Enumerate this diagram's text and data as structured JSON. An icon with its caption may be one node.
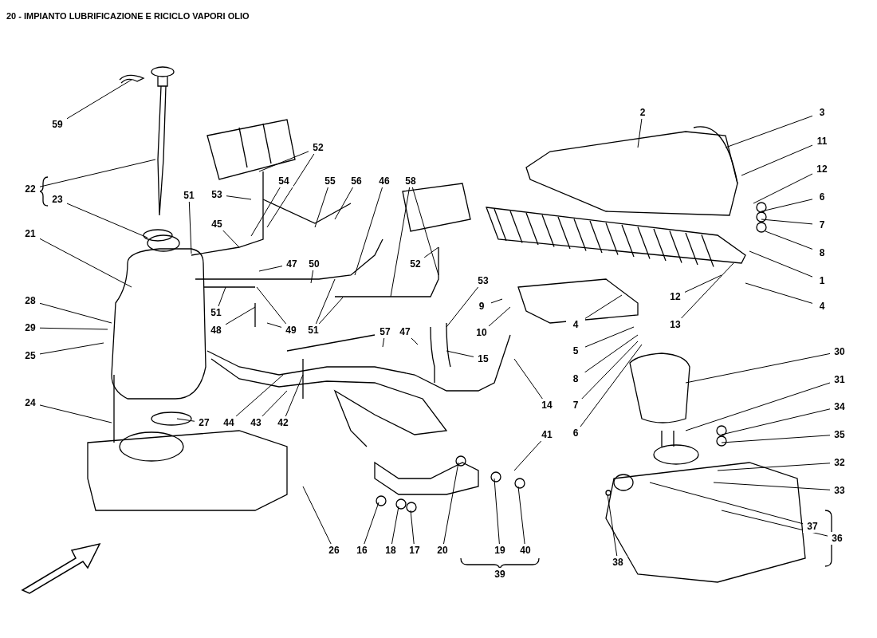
{
  "diagram": {
    "title": "20 - IMPIANTO LUBRIFICAZIONE E RICICLO VAPORI OLIO",
    "nodes": [
      {
        "text": [
          "59"
        ]
      },
      {
        "text": [
          "22"
        ]
      },
      {
        "text": [
          "23"
        ]
      },
      {
        "text": [
          "21"
        ]
      },
      {
        "text": [
          "28"
        ]
      },
      {
        "text": [
          "29"
        ]
      },
      {
        "text": [
          "25"
        ]
      },
      {
        "text": [
          "24"
        ]
      },
      {
        "text": [
          "27"
        ]
      },
      {
        "text": [
          "51"
        ]
      },
      {
        "text": [
          "45"
        ]
      },
      {
        "text": [
          "53"
        ]
      },
      {
        "text": [
          "54"
        ]
      },
      {
        "text": [
          "52"
        ]
      },
      {
        "text": [
          "55"
        ]
      },
      {
        "text": [
          "56"
        ]
      },
      {
        "text": [
          "46"
        ]
      },
      {
        "text": [
          "58"
        ]
      },
      {
        "text": [
          "47"
        ]
      },
      {
        "text": [
          "50"
        ]
      },
      {
        "text": [
          "51"
        ]
      },
      {
        "text": [
          "48"
        ]
      },
      {
        "text": [
          "49"
        ]
      },
      {
        "text": [
          "51"
        ]
      },
      {
        "text": [
          "52"
        ]
      },
      {
        "text": [
          "53"
        ]
      },
      {
        "text": [
          "57"
        ]
      },
      {
        "text": [
          "47"
        ]
      },
      {
        "text": [
          "15"
        ]
      },
      {
        "text": [
          "9"
        ]
      },
      {
        "text": [
          "10"
        ]
      },
      {
        "text": [
          "14"
        ]
      },
      {
        "text": [
          "44"
        ]
      },
      {
        "text": [
          "43"
        ]
      },
      {
        "text": [
          "42"
        ]
      },
      {
        "text": [
          "26"
        ]
      },
      {
        "text": [
          "16"
        ]
      },
      {
        "text": [
          "18"
        ]
      },
      {
        "text": [
          "17"
        ]
      },
      {
        "text": [
          "20"
        ]
      },
      {
        "text": [
          "19"
        ]
      },
      {
        "text": [
          "40"
        ]
      },
      {
        "text": [
          "39"
        ]
      },
      {
        "text": [
          "41"
        ]
      },
      {
        "text": [
          "2"
        ]
      },
      {
        "text": [
          "3"
        ]
      },
      {
        "text": [
          "11"
        ]
      },
      {
        "text": [
          "12"
        ]
      },
      {
        "text": [
          "6"
        ]
      },
      {
        "text": [
          "7"
        ]
      },
      {
        "text": [
          "8"
        ]
      },
      {
        "text": [
          "1"
        ]
      },
      {
        "text": [
          "12"
        ]
      },
      {
        "text": [
          "13"
        ]
      },
      {
        "text": [
          "4"
        ]
      },
      {
        "text": [
          "4"
        ]
      },
      {
        "text": [
          "5"
        ]
      },
      {
        "text": [
          "8"
        ]
      },
      {
        "text": [
          "7"
        ]
      },
      {
        "text": [
          "6"
        ]
      },
      {
        "text": [
          "30"
        ]
      },
      {
        "text": [
          "31"
        ]
      },
      {
        "text": [
          "34"
        ]
      },
      {
        "text": [
          "35"
        ]
      },
      {
        "text": [
          "32"
        ]
      },
      {
        "text": [
          "33"
        ]
      },
      {
        "text": [
          "37"
        ]
      },
      {
        "text": [
          "36"
        ]
      },
      {
        "text": [
          "38"
        ]
      }
    ],
    "edges": [
      {
        "from": 0,
        "to": null,
        "arrow": "none"
      },
      {
        "from": 1,
        "to": null,
        "arrow": "none"
      },
      {
        "from": 2,
        "to": null,
        "arrow": "none"
      },
      {
        "from": 3,
        "to": null,
        "arrow": "none"
      },
      {
        "from": 4,
        "to": null,
        "arrow": "none"
      },
      {
        "from": 5,
        "to": null,
        "arrow": "none"
      },
      {
        "from": 6,
        "to": null,
        "arrow": "none"
      },
      {
        "from": 7,
        "to": null,
        "arrow": "none"
      },
      {
        "from": 8,
        "to": null,
        "arrow": "none"
      },
      {
        "from": 9,
        "to": null,
        "arrow": "none"
      },
      {
        "from": 10,
        "to": null,
        "arrow": "none"
      },
      {
        "from": 11,
        "to": null,
        "arrow": "none"
      },
      {
        "from": 12,
        "to": null,
        "arrow": "none"
      },
      {
        "from": 13,
        "to": null,
        "arrow": "none"
      },
      {
        "from": 13,
        "to": null,
        "arrow": "none"
      },
      {
        "from": 14,
        "to": null,
        "arrow": "none"
      },
      {
        "from": 15,
        "to": null,
        "arrow": "none"
      },
      {
        "from": 16,
        "to": null,
        "arrow": "none"
      },
      {
        "from": 17,
        "to": null,
        "arrow": "none"
      },
      {
        "from": 17,
        "to": null,
        "arrow": "none"
      },
      {
        "from": 18,
        "to": null,
        "arrow": "none"
      },
      {
        "from": 19,
        "to": null,
        "arrow": "none"
      },
      {
        "from": 20,
        "to": null,
        "arrow": "none"
      },
      {
        "from": 21,
        "to": null,
        "arrow": "none"
      },
      {
        "from": 22,
        "to": null,
        "arrow": "none"
      },
      {
        "from": 22,
        "to": null,
        "arrow": "none"
      },
      {
        "from": 23,
        "to": null,
        "arrow": "none"
      },
      {
        "from": 23,
        "to": null,
        "arrow": "none"
      },
      {
        "from": 24,
        "to": null,
        "arrow": "none"
      },
      {
        "from": 25,
        "to": null,
        "arrow": "none"
      },
      {
        "from": 26,
        "to": null,
        "arrow": "none"
      },
      {
        "from": 27,
        "to": null,
        "arrow": "none"
      },
      {
        "from": 28,
        "to": null,
        "arrow": "none"
      },
      {
        "from": 29,
        "to": null,
        "arrow": "none"
      },
      {
        "from": 30,
        "to": null,
        "arrow": "none"
      },
      {
        "from": 31,
        "to": null,
        "arrow": "none"
      },
      {
        "from": 32,
        "to": null,
        "arrow": "none"
      },
      {
        "from": 33,
        "to": null,
        "arrow": "none"
      },
      {
        "from": 34,
        "to": null,
        "arrow": "none"
      },
      {
        "from": 35,
        "to": null,
        "arrow": "none"
      },
      {
        "from": 36,
        "to": null,
        "arrow": "none"
      },
      {
        "from": 37,
        "to": null,
        "arrow": "none"
      },
      {
        "from": 38,
        "to": null,
        "arrow": "none"
      },
      {
        "from": 39,
        "to": null,
        "arrow": "none"
      },
      {
        "from": 40,
        "to": null,
        "arrow": "none"
      },
      {
        "from": 41,
        "to": null,
        "arrow": "none"
      },
      {
        "from": 43,
        "to": null,
        "arrow": "none"
      },
      {
        "from": 44,
        "to": null,
        "arrow": "none"
      },
      {
        "from": 45,
        "to": null,
        "arrow": "none"
      },
      {
        "from": 46,
        "to": null,
        "arrow": "none"
      },
      {
        "from": 47,
        "to": null,
        "arrow": "none"
      },
      {
        "from": 48,
        "to": null,
        "arrow": "none"
      },
      {
        "from": 49,
        "to": null,
        "arrow": "none"
      },
      {
        "from": 50,
        "to": null,
        "arrow": "none"
      },
      {
        "from": 51,
        "to": null,
        "arrow": "none"
      },
      {
        "from": 52,
        "to": null,
        "arrow": "none"
      },
      {
        "from": 53,
        "to": null,
        "arrow": "none"
      },
      {
        "from": 54,
        "to": null,
        "arrow": "none"
      },
      {
        "from": 55,
        "to": null,
        "arrow": "none"
      },
      {
        "from": 56,
        "to": null,
        "arrow": "none"
      },
      {
        "from": 57,
        "to": null,
        "arrow": "none"
      },
      {
        "from": 58,
        "to": null,
        "arrow": "none"
      },
      {
        "from": 59,
        "to": null,
        "arrow": "none"
      },
      {
        "from": 60,
        "to": null,
        "arrow": "none"
      },
      {
        "from": 61,
        "to": null,
        "arrow": "none"
      },
      {
        "from": 62,
        "to": null,
        "arrow": "none"
      },
      {
        "from": 63,
        "to": null,
        "arrow": "none"
      },
      {
        "from": 64,
        "to": null,
        "arrow": "none"
      },
      {
        "from": 65,
        "to": null,
        "arrow": "none"
      },
      {
        "from": 66,
        "to": null,
        "arrow": "none"
      },
      {
        "from": 67,
        "to": null,
        "arrow": "none"
      },
      {
        "from": 68,
        "to": null,
        "arrow": "none"
      }
    ]
  }
}
